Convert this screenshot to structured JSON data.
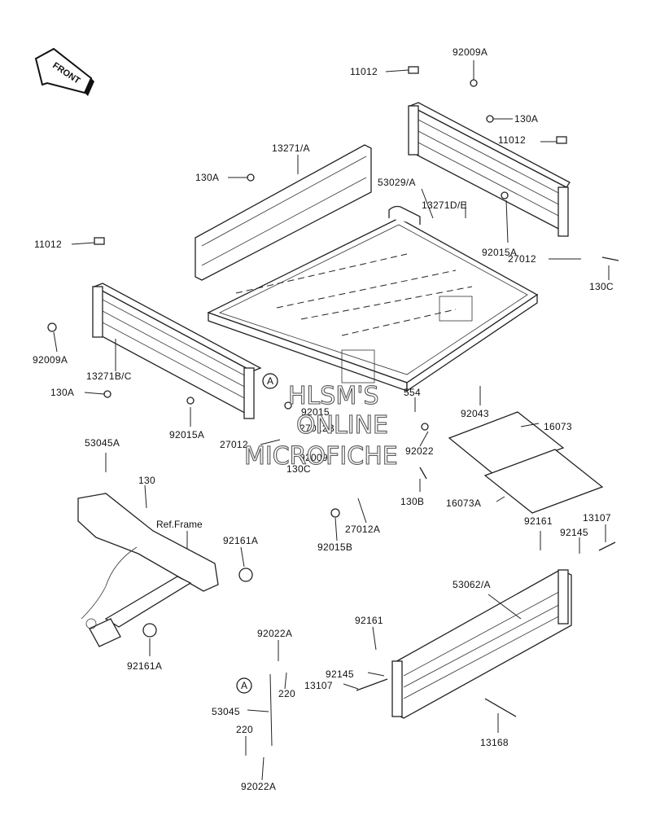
{
  "front_badge": "FRONT",
  "watermark": {
    "line1": "HLSM'S",
    "line2": "ONLINE",
    "line3": "MICROFICHE"
  },
  "ref_frame": "Ref.Frame",
  "callout_letter": "A",
  "labels": {
    "p11012_top": "11012",
    "p92009A_top": "92009A",
    "p130A_right": "130A",
    "p11012_right": "11012",
    "p13271A": "13271/A",
    "p130A_center": "130A",
    "p53029A": "53029/A",
    "p13271DE": "13271D/E",
    "p11012_left": "11012",
    "p92015A_right": "92015A",
    "p27012_right": "27012",
    "p130C_right": "130C",
    "p92009A_left": "92009A",
    "p13271BC": "13271B/C",
    "p130A_left": "130A",
    "p92015A_left": "92015A",
    "p27012_left": "27012",
    "p92015": "92015",
    "p27012B": "27012B",
    "p92009": "92009",
    "p130C_left": "130C",
    "p554": "554",
    "p92022": "92022",
    "p92043": "92043",
    "p16073": "16073",
    "p16073A": "16073A",
    "p130B": "130B",
    "p27012A": "27012A",
    "p92015B": "92015B",
    "p53045A": "53045A",
    "p130": "130",
    "p92161A_top": "92161A",
    "p92161A_bottom": "92161A",
    "p92161_right": "92161",
    "p92145_right": "92145",
    "p13107_right": "13107",
    "p53062A": "53062/A",
    "p92161_mid": "92161",
    "p92145_mid": "92145",
    "p13107_mid": "13107",
    "p13168": "13168",
    "p92022A_top": "92022A",
    "p220_top": "220",
    "p53045": "53045",
    "p220_bottom": "220",
    "p92022A_bottom": "92022A"
  }
}
